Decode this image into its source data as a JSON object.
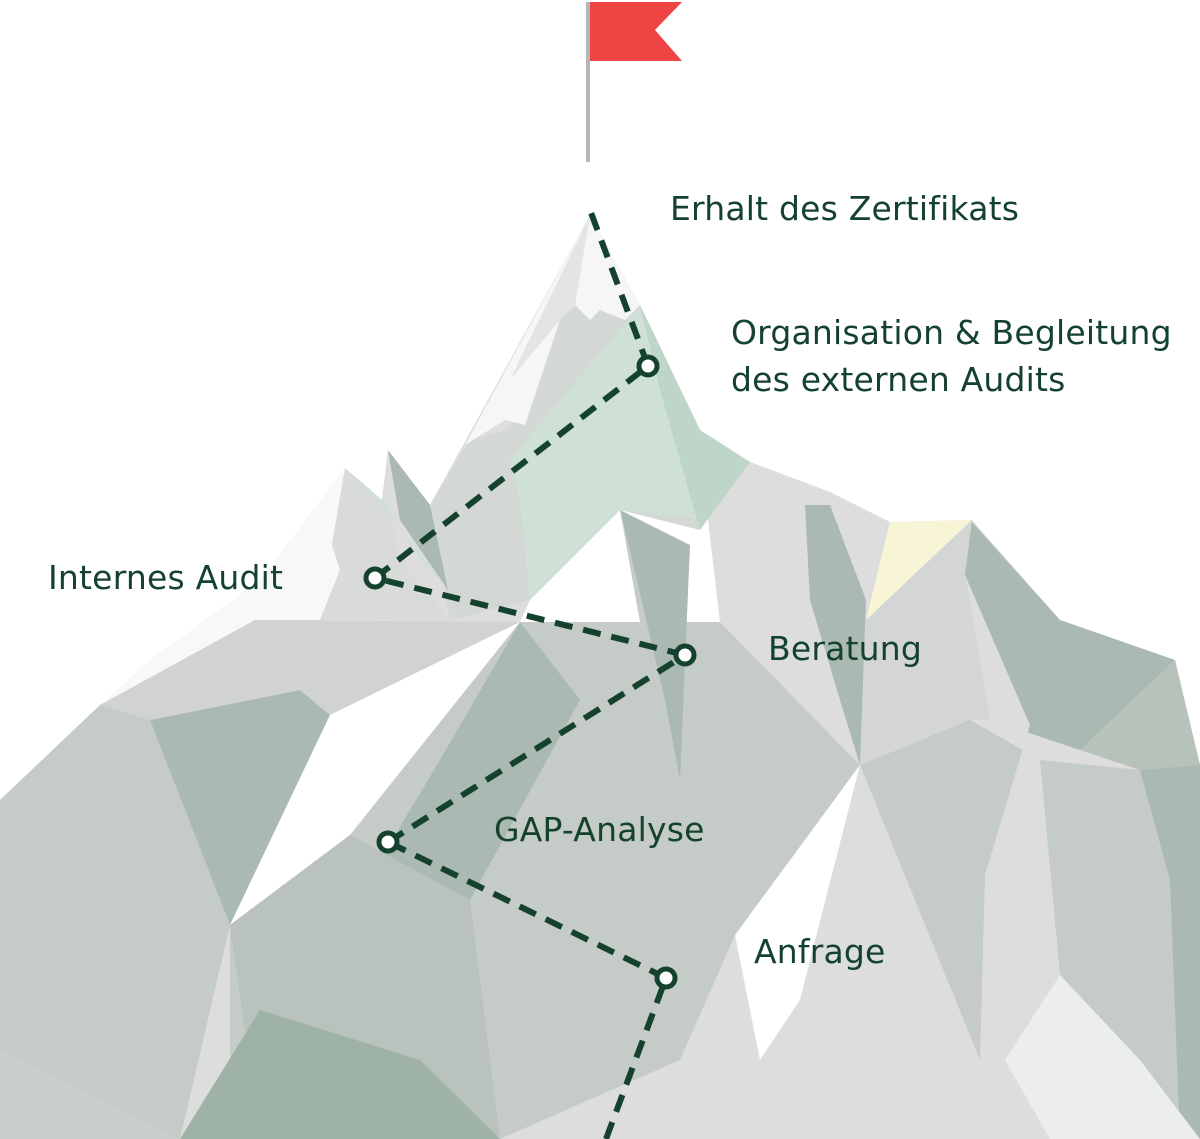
{
  "colors": {
    "path": "#15422f",
    "flag": "#ef4444",
    "pole": "#b4b7b5",
    "snow": "#f7f7f7",
    "rock_light": "#dcdddc",
    "rock_mid": "#c5cbc6",
    "rock_dark": "#aab9b1",
    "rock_green": "#cfe0d6",
    "sunlit": "#f8f5d6"
  },
  "icons": {
    "flag": "flag-icon",
    "waypoint": "waypoint-marker-icon"
  },
  "steps": [
    {
      "id": "anfrage",
      "lines": [
        "Anfrage"
      ]
    },
    {
      "id": "gap",
      "lines": [
        "GAP-Analyse"
      ]
    },
    {
      "id": "beratung",
      "lines": [
        "Beratung"
      ]
    },
    {
      "id": "internes-audit",
      "lines": [
        "Internes Audit"
      ]
    },
    {
      "id": "externes-audit",
      "lines": [
        "Organisation & Begleitung",
        "des externen Audits"
      ]
    },
    {
      "id": "zertifikat",
      "lines": [
        "Erhalt des Zertifikats"
      ]
    }
  ]
}
